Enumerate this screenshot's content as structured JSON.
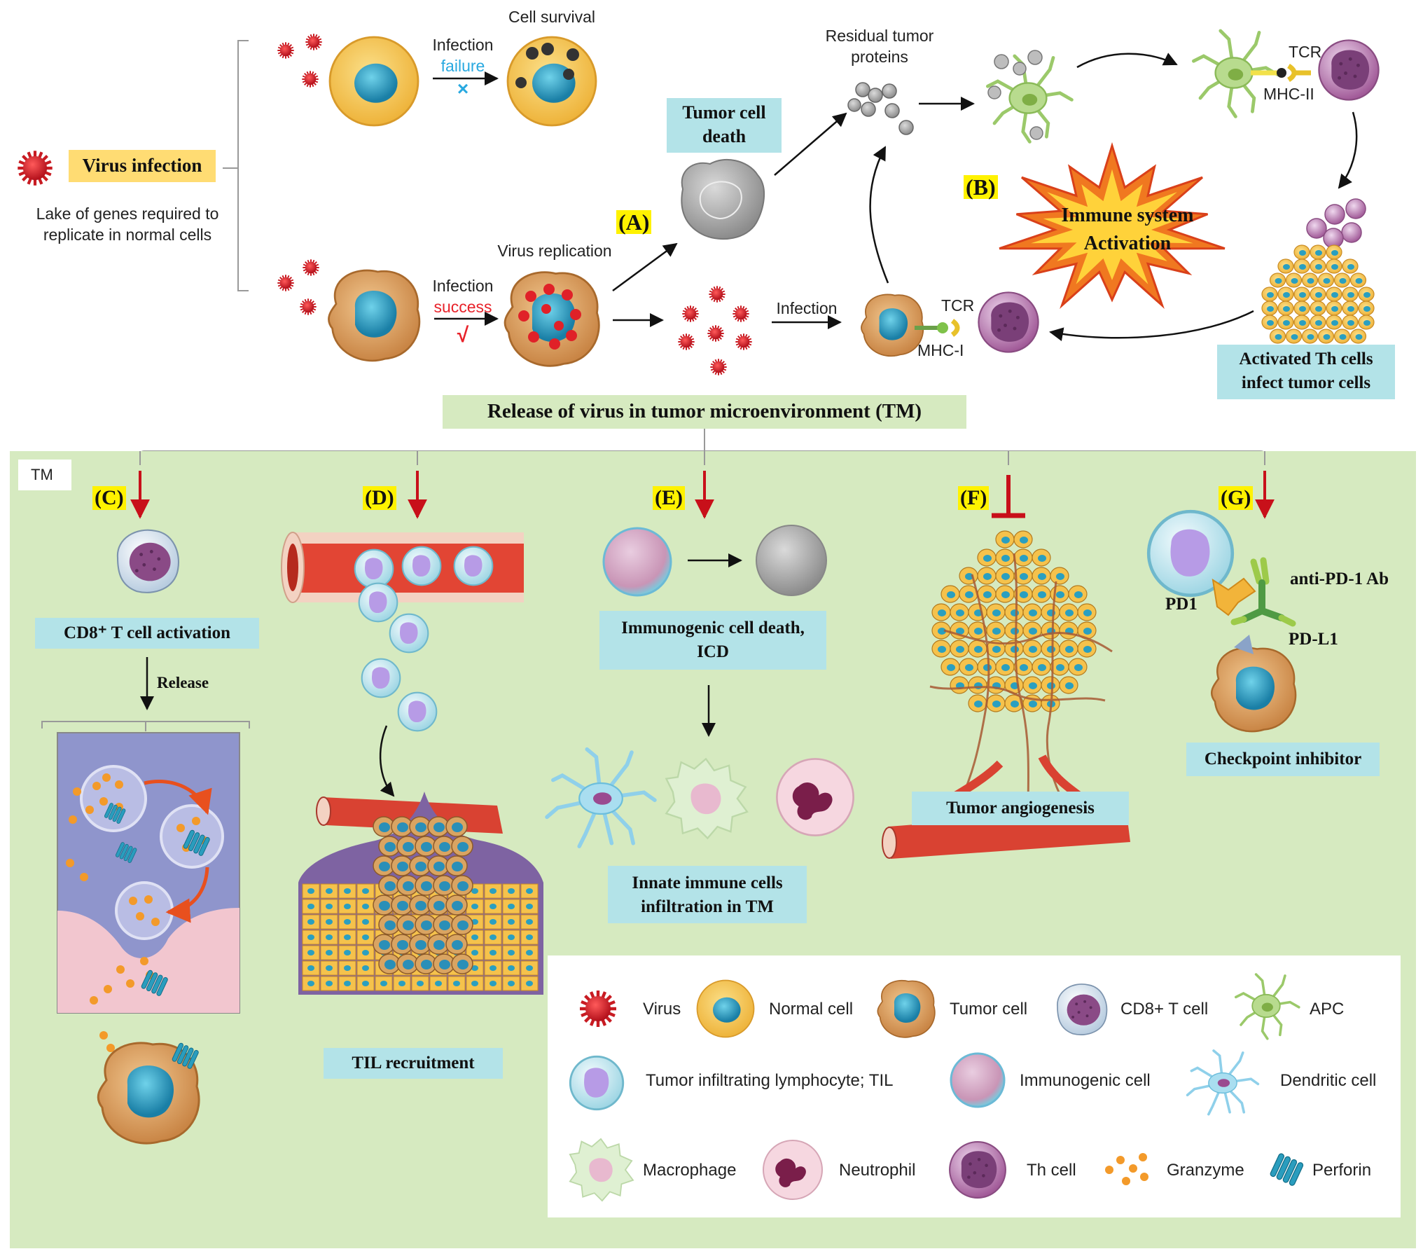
{
  "top": {
    "virus_infection": "Virus infection",
    "lack_genes": "Lake of genes required to\nreplicate in normal cells",
    "cell_survival": "Cell survival",
    "infection_1": "Infection",
    "failure": "failure",
    "failure_mark": "×",
    "infection_2": "Infection",
    "success": "success",
    "success_mark": "√",
    "virus_replication": "Virus replication",
    "label_a": "(A)",
    "tumor_cell_death": "Tumor cell\ndeath",
    "residual_tumor_proteins": "Residual tumor\nproteins",
    "label_b": "(B)",
    "immune_activation": "Immune system\nActivation",
    "tcr_top": "TCR",
    "mhc_ii": "MHC-II",
    "infection_3": "Infection",
    "tcr_bottom": "TCR",
    "mhc_i": "MHC-I",
    "activated_th": "Activated Th cells\ninfect tumor cells",
    "release_virus": "Release of virus in tumor microenvironment (TM)"
  },
  "panel": {
    "tm_tag": "TM",
    "c_label": "(C)",
    "c_title": "CD8⁺ T cell activation",
    "release": "Release",
    "d_label": "(D)",
    "d_title": "TIL recruitment",
    "e_label": "(E)",
    "e_title": "Immunogenic cell death,\nICD",
    "e_subtitle": "Innate immune cells\ninfiltration in TM",
    "f_label": "(F)",
    "f_title": "Tumor angiogenesis",
    "g_label": "(G)",
    "anti_pd1": "anti-PD-1 Ab",
    "pd1": "PD1",
    "pdl1": "PD-L1",
    "g_title": "Checkpoint inhibitor"
  },
  "legend": {
    "virus": "Virus",
    "normal_cell": "Normal cell",
    "tumor_cell": "Tumor cell",
    "cd8_t_cell": "CD8+ T cell",
    "apc": "APC",
    "til": "Tumor infiltrating lymphocyte; TIL",
    "immunogenic_cell": "Immunogenic cell",
    "dendritic_cell": "Dendritic cell",
    "macrophage": "Macrophage",
    "neutrophil": "Neutrophil",
    "th_cell": "Th cell",
    "granzyme": "Granzyme",
    "perforin": "Perforin"
  },
  "colors": {
    "panel_bg": "#d6eac0",
    "label_box": "#b3e3e8",
    "yellow_tag": "#fff200",
    "virus": "#d4202a",
    "normal_cell": "#f5c24c",
    "tumor_cell": "#e0a25a",
    "nucleus": "#2a9fc0",
    "blood_vessel": "#d94232",
    "inhibit_arrow": "#c8101a",
    "failure_blue": "#29a9e0",
    "success_red": "#e8222a"
  }
}
